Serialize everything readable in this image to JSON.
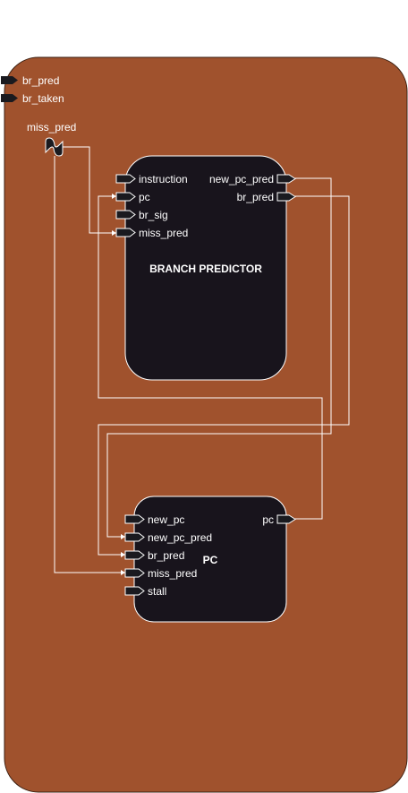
{
  "colors": {
    "outer_background": "#a0522d",
    "block_fill": "#18141c",
    "port_fill": "#1a1a1f",
    "wire": "#ffffff",
    "text": "#ffffff"
  },
  "outer": {
    "outputs": [
      "br_pred",
      "br_taken"
    ],
    "input_label": "miss_pred"
  },
  "branch_predictor": {
    "title": "BRANCH PREDICTOR",
    "inputs": [
      "instruction",
      "pc",
      "br_sig",
      "miss_pred"
    ],
    "outputs": [
      "new_pc_pred",
      "br_pred"
    ]
  },
  "pc_block": {
    "title": "PC",
    "inputs": [
      "new_pc",
      "new_pc_pred",
      "br_pred",
      "miss_pred",
      "stall"
    ],
    "outputs": [
      "pc"
    ]
  }
}
